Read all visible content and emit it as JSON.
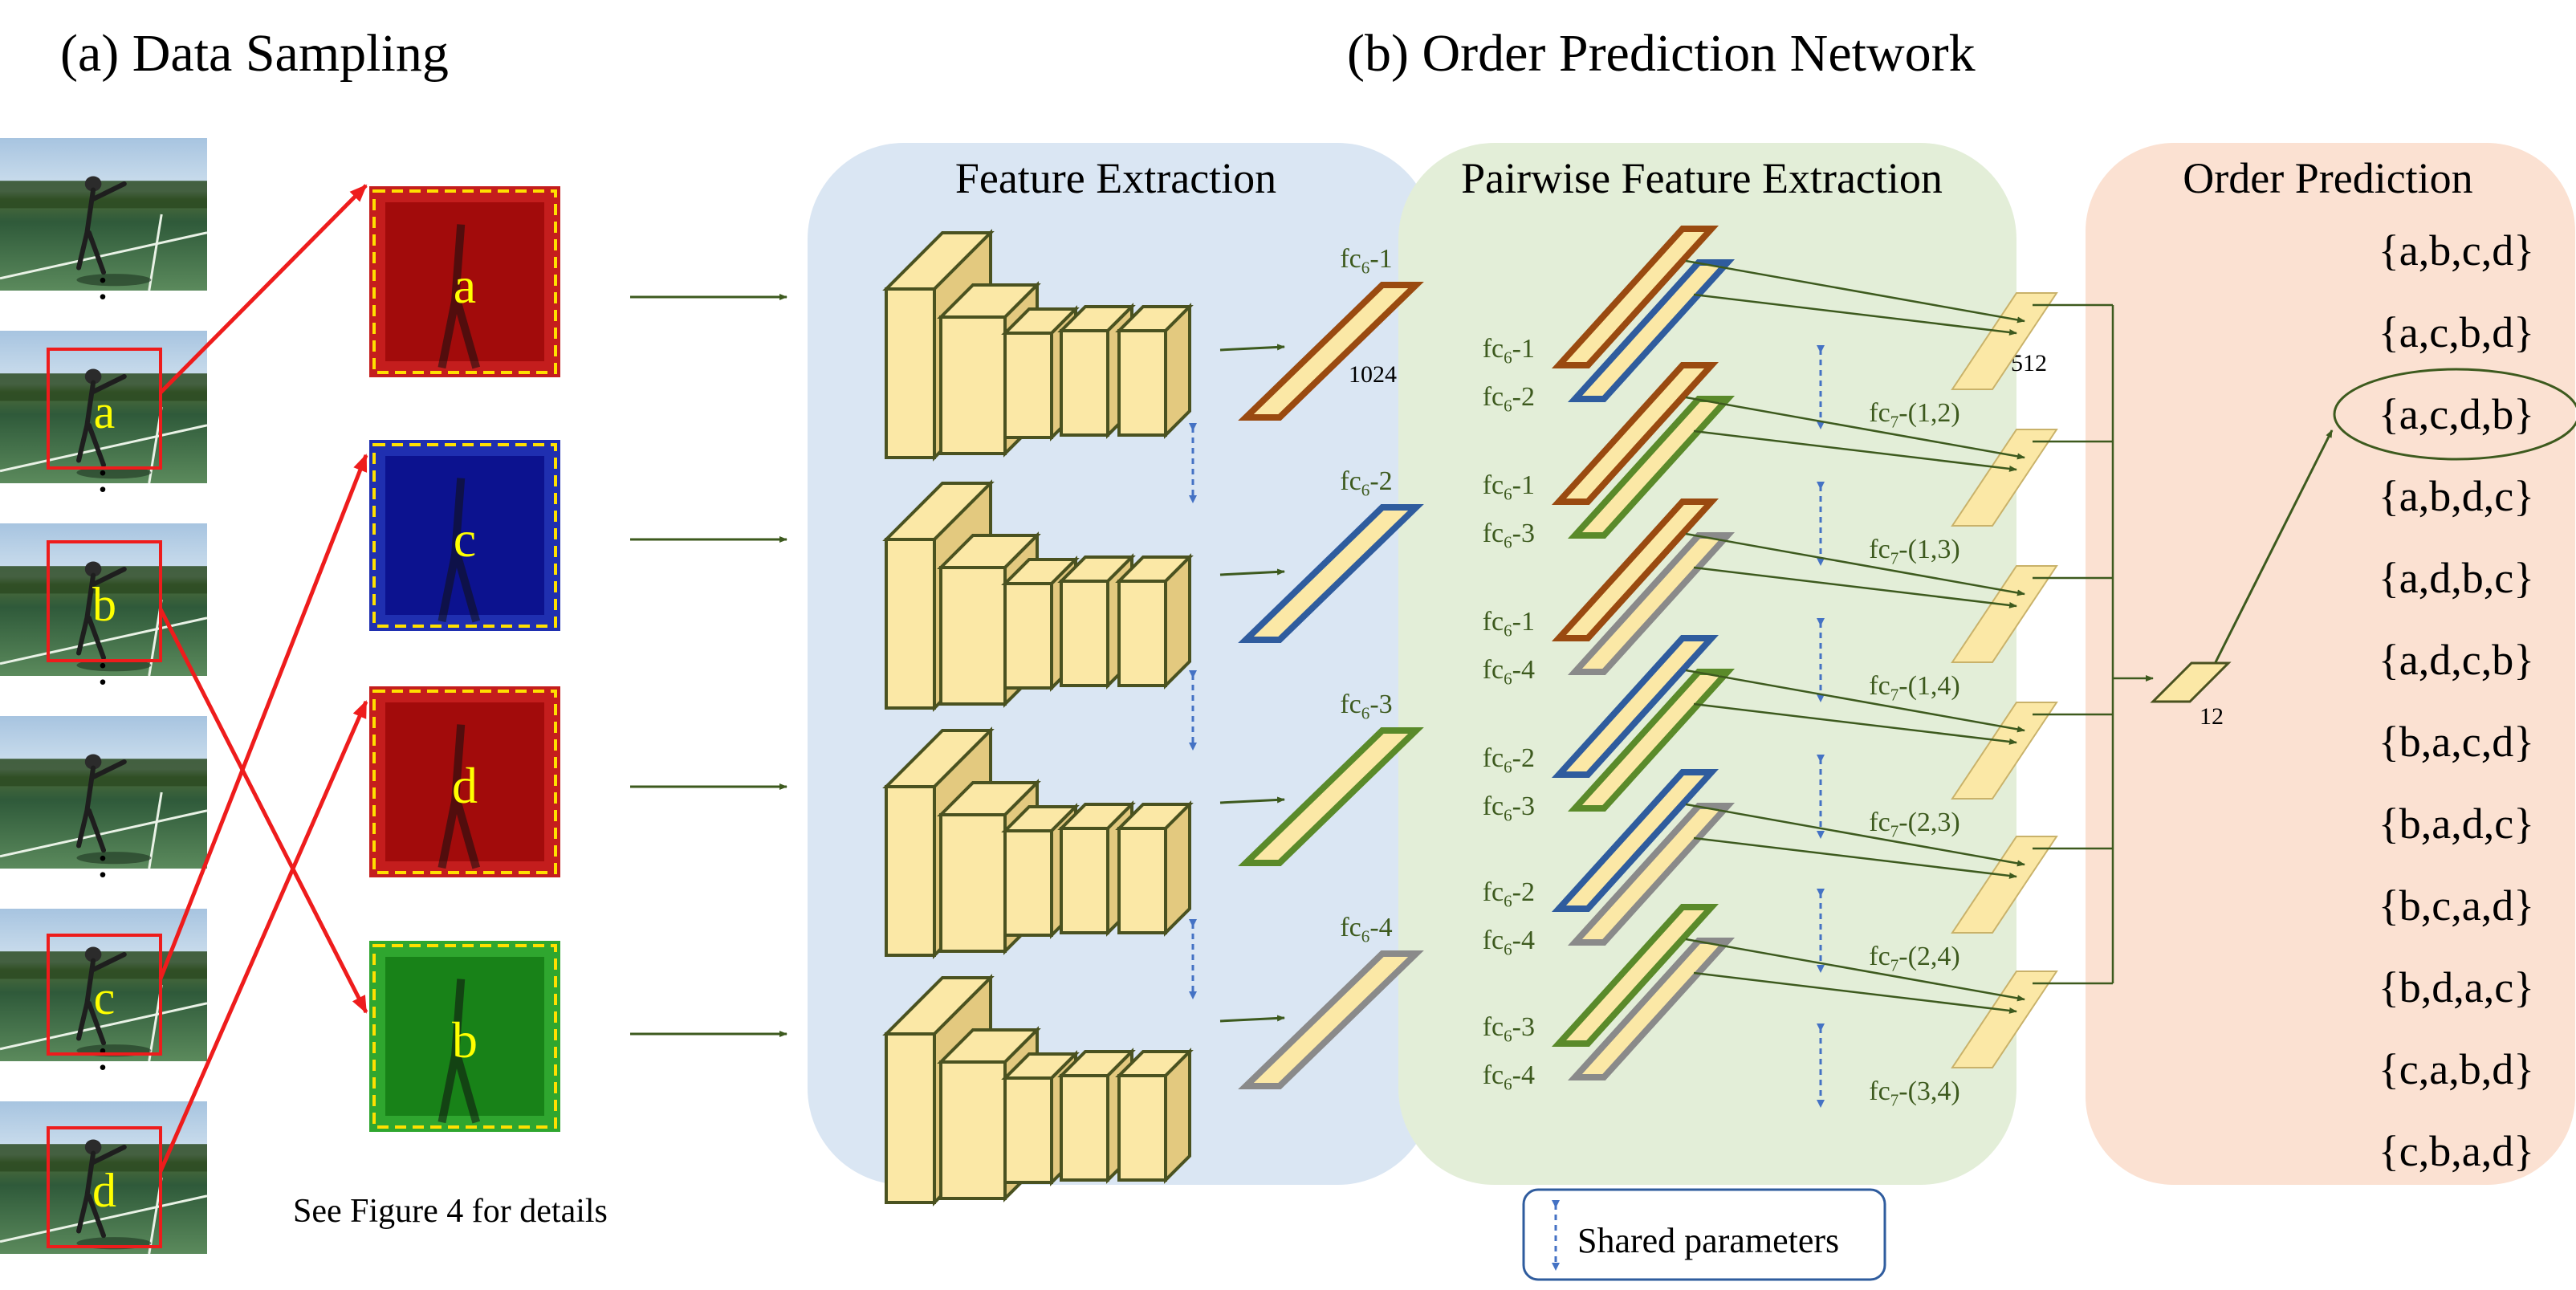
{
  "titles": {
    "data_sampling": "(a) Data Sampling",
    "opn": "(b) Order Prediction Network"
  },
  "panels": {
    "feature_extraction": "Feature Extraction",
    "pairwise": "Pairwise Feature Extraction",
    "order_prediction": "Order Prediction"
  },
  "frames": {
    "ellipsis": ":",
    "labels": [
      "a",
      "b",
      "c",
      "d"
    ]
  },
  "sampled_patches": [
    {
      "letter": "a",
      "tint": "red"
    },
    {
      "letter": "c",
      "tint": "blue"
    },
    {
      "letter": "d",
      "tint": "red"
    },
    {
      "letter": "b",
      "tint": "green"
    }
  ],
  "see_details": "See Figure 4 for details",
  "fc6": {
    "prefix": "fc",
    "sub": "6",
    "names": [
      "-1",
      "-2",
      "-3",
      "-4"
    ],
    "dim": "1024",
    "colors": [
      "#9a4a10",
      "#2f5c9e",
      "#5a8a2a",
      "#8a8a8a"
    ]
  },
  "pairs": [
    {
      "top": "-1",
      "bottom": "-2",
      "fc7": "-(1,2)"
    },
    {
      "top": "-1",
      "bottom": "-3",
      "fc7": "-(1,3)"
    },
    {
      "top": "-1",
      "bottom": "-4",
      "fc7": "-(1,4)"
    },
    {
      "top": "-2",
      "bottom": "-3",
      "fc7": "-(2,3)"
    },
    {
      "top": "-2",
      "bottom": "-4",
      "fc7": "-(2,4)"
    },
    {
      "top": "-3",
      "bottom": "-4",
      "fc7": "-(3,4)"
    }
  ],
  "fc7": {
    "prefix": "fc",
    "sub": "7",
    "dim": "512"
  },
  "output_dim": "12",
  "orders": [
    "{a,b,c,d}",
    "{a,c,b,d}",
    "{a,c,d,b}",
    "{a,b,d,c}",
    "{a,d,b,c}",
    "{a,d,c,b}",
    "{b,a,c,d}",
    "{b,a,d,c}",
    "{b,c,a,d}",
    "{b,d,a,c}",
    "{c,a,b,d}",
    "{c,b,a,d}"
  ],
  "highlighted_order_index": 2,
  "legend": "Shared parameters",
  "colors": {
    "text_green": "#3d5a1e",
    "arrow_red": "#ee1c1c",
    "feature_bg": "#dae6f3",
    "pairwise_bg": "#e3eed8",
    "order_bg": "#fbe1d2",
    "block_fill": "#fbe8a6",
    "block_stroke": "#4a5220",
    "dashed_blue": "#4472c4"
  }
}
